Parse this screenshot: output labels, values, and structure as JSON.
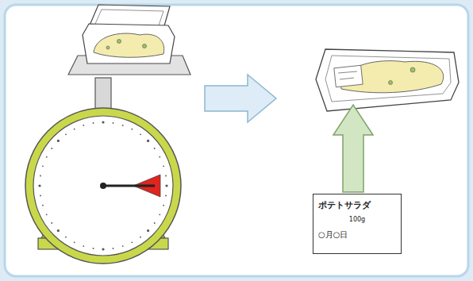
{
  "diagram": {
    "nodes": [
      {
        "text": [
          "ポテトサラダ",
          "100g",
          "○月○日"
        ]
      }
    ]
  }
}
